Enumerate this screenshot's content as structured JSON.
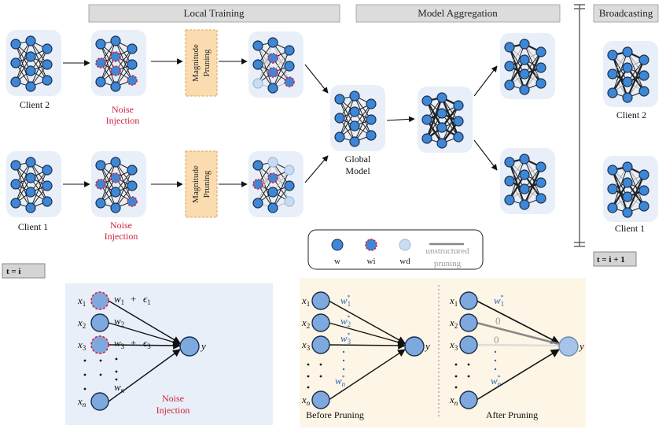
{
  "headers": {
    "local_training": "Local Training",
    "model_aggregation": "Model Aggregation",
    "broadcasting": "Broadcasting"
  },
  "labels": {
    "client2": "Client 2",
    "client1": "Client 1",
    "noise_injection_line1": "Noise",
    "noise_injection_line2": "Injection",
    "magnitude_line1": "Magnitude",
    "magnitude_line2": "Pruning",
    "global_line1": "Global",
    "global_line2": "Model",
    "client2_right": "Client 2",
    "client1_right": "Client 1"
  },
  "legend": {
    "w": "w",
    "wi": "wi",
    "wd": "wd",
    "unstructured_line1": "unstructured",
    "unstructured_line2": "pruning"
  },
  "time": {
    "t_i": "t = i",
    "t_i1": "t = i + 1"
  },
  "noise_panel": {
    "x1": "x",
    "x1_sub": "1",
    "x2": "x",
    "x2_sub": "2",
    "x3": "x",
    "x3_sub": "3",
    "xn": "x",
    "xn_sub": "n",
    "w1": "w",
    "w1_sub": "1",
    "w2": "w",
    "w2_sub": "2",
    "w3": "w",
    "w3_sub": "3",
    "wn": "w",
    "wn_sub": "n",
    "plus": "+",
    "eps1": "ϵ",
    "eps1_sub": "1",
    "eps3": "ϵ",
    "eps3_sub": "3",
    "y": "y",
    "caption_line1": "Noise",
    "caption_line2": "Injection"
  },
  "pruning_panel": {
    "before": "Before Pruning",
    "after": "After Pruning",
    "w1": "w",
    "w1_sub": "1",
    "w1_sup": "*",
    "w2": "w",
    "w2_sub": "2",
    "w2_sup": "*",
    "w3": "w",
    "w3_sub": "3",
    "w3_sup": "*",
    "wn": "w",
    "wn_sub": "n",
    "wn_sup": "*",
    "zero": "0",
    "y": "y"
  },
  "colors": {
    "node_fill": "#3d87d6",
    "node_stroke": "#1b2d4a",
    "noise_stroke": "#d0233f",
    "pruned_fill": "#c9dcf2",
    "panel_bg": "#e8eff8",
    "pruning_bg": "#fdf5e6",
    "magnitude_bg": "#fbdcb0",
    "header_bg": "#dcdcdc"
  }
}
